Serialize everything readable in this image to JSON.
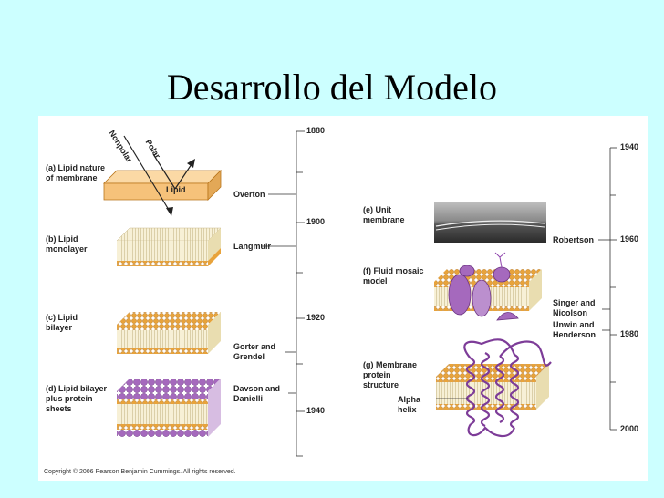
{
  "title": "Desarrollo del Modelo",
  "left_panels": [
    {
      "label": "(a) Lipid nature\n      of membrane",
      "scientist": "Overton"
    },
    {
      "label": "(b) Lipid\n      monolayer",
      "scientist": "Langmuir"
    },
    {
      "label": "(c) Lipid\n      bilayer",
      "scientist": "Gorter and\nGrendel"
    },
    {
      "label": "(d) Lipid bilayer\n      plus protein\n      sheets",
      "scientist": "Davson and\nDanielli"
    }
  ],
  "right_panels": [
    {
      "label": "(e) Unit\n      membrane",
      "scientist": "Robertson"
    },
    {
      "label": "(f) Fluid mosaic\n      model",
      "scientist": "Singer and\nNicolson"
    },
    {
      "label": "(g) Membrane\n      protein\n      structure",
      "scientist": "Unwin and\nHenderson"
    }
  ],
  "figure_a": {
    "nonpolar": "Nonpolar",
    "polar": "Polar",
    "block": "Lipid"
  },
  "figure_g": {
    "alpha_helix": "Alpha\nhelix"
  },
  "left_timeline": [
    "1880",
    "1900",
    "1920",
    "1940"
  ],
  "right_timeline": [
    "1940",
    "1960",
    "1980",
    "2000"
  ],
  "copyright": "Copyright © 2006 Pearson Benjamin Cummings. All rights reserved.",
  "colors": {
    "background": "#CCFFFF",
    "lipid_head": "#E8A33B",
    "lipid_tail": "#F2E9C4",
    "protein": "#9B59B6",
    "block": "#F6C27A"
  }
}
